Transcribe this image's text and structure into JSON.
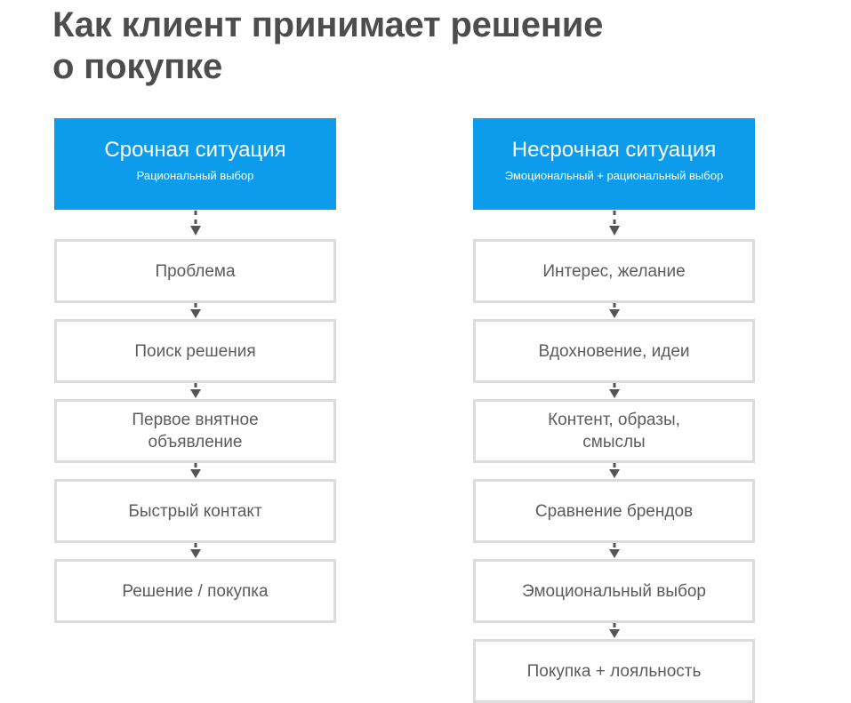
{
  "page": {
    "title": "Как клиент принимает решение\nо покупке",
    "background_color": "#ffffff",
    "title_color": "#4d4d4d",
    "accent_color": "#0d9bec",
    "box_border_color": "#dcdcdc",
    "box_text_color": "#5c5c5c",
    "arrow_color": "#555555"
  },
  "columns": [
    {
      "key": "urgent",
      "header": {
        "title": "Срочная ситуация",
        "subtitle": "Рациональный выбор"
      },
      "steps": [
        {
          "label": "Проблема"
        },
        {
          "label": "Поиск решения"
        },
        {
          "label": "Первое внятное\nобъявление"
        },
        {
          "label": "Быстрый контакт"
        },
        {
          "label": "Решение / покупка"
        }
      ]
    },
    {
      "key": "nonurgent",
      "header": {
        "title": "Несрочная ситуация",
        "subtitle": "Эмоциональный + рациональный выбор"
      },
      "steps": [
        {
          "label": "Интерес, желание"
        },
        {
          "label": "Вдохновение, идеи"
        },
        {
          "label": "Контент, образы,\nсмыслы"
        },
        {
          "label": "Сравнение брендов"
        },
        {
          "label": "Эмоциональный выбор"
        },
        {
          "label": "Покупка + лояльность"
        }
      ]
    }
  ]
}
